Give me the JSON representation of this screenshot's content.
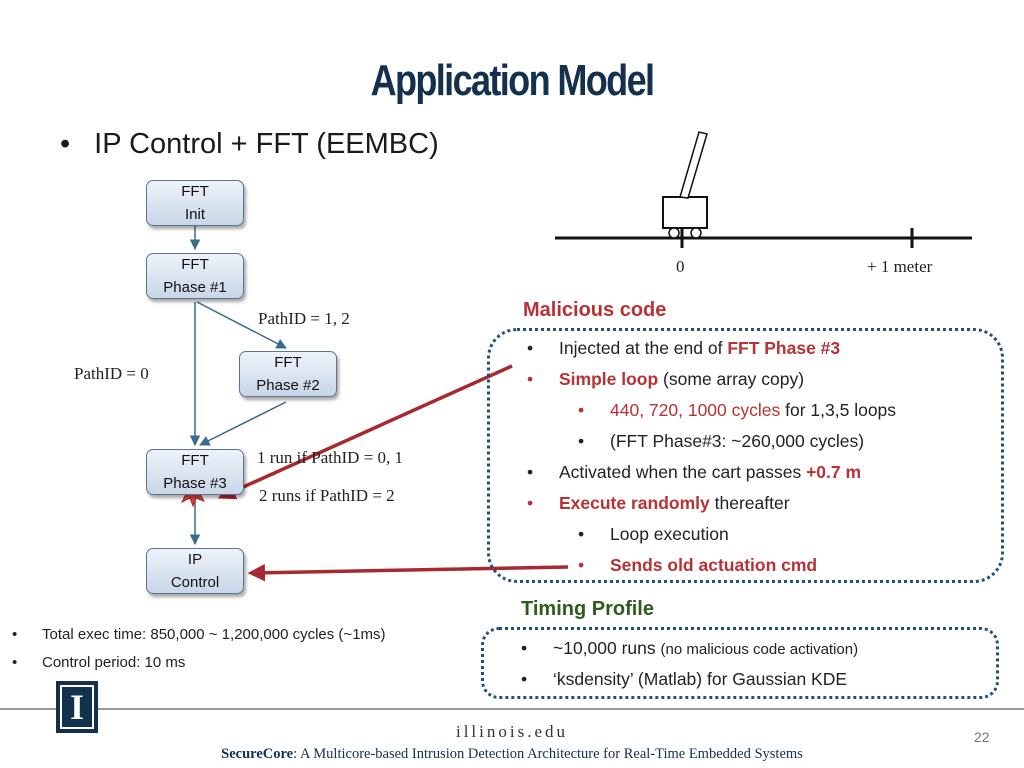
{
  "slide": {
    "title": "Application Model",
    "bullet": "IP Control + FFT (EEMBC)",
    "bullet_glyph": "•"
  },
  "flow": {
    "nodes": [
      {
        "line1": "FFT",
        "line2": "Init"
      },
      {
        "line1": "FFT",
        "line2": "Phase #1"
      },
      {
        "line1": "FFT",
        "line2": "Phase #2"
      },
      {
        "line1": "FFT",
        "line2": "Phase #3"
      },
      {
        "line1": "IP",
        "line2": "Control"
      }
    ],
    "labels": {
      "path12": "PathID = 1, 2",
      "path0": "PathID = 0",
      "run1": "1 run if PathID = 0, 1",
      "run2": "2 runs if PathID = 2"
    }
  },
  "cart": {
    "zero_label": "0",
    "meter_label": "+ 1 meter"
  },
  "malicious": {
    "title": "Malicious code",
    "items": {
      "i1_pre": "Injected at the end of ",
      "i1_hl": "FFT Phase #3",
      "i2_hl": "Simple loop",
      "i2_post": " (some array copy)",
      "i3_hl": "440, 720, 1000 cycles",
      "i3_post": " for 1,3,5 loops",
      "i4": "(FFT Phase#3: ~260,000 cycles)",
      "i5_pre": "Activated when the cart passes ",
      "i5_hl": "+0.7 m",
      "i6_hl": "Execute randomly",
      "i6_post": " thereafter",
      "i7": "Loop execution",
      "i8_hl": "Sends old actuation cmd"
    }
  },
  "timing": {
    "title": "Timing Profile",
    "t1_main": "~10,000 runs ",
    "t1_small": "(no malicious code activation)",
    "t2": "‘ksdensity’ (Matlab) for Gaussian KDE"
  },
  "notes": {
    "n1": "Total exec time: 850,000 ~ 1,200,000 cycles (~1ms)",
    "n2": "Control period: 10 ms"
  },
  "footer": {
    "logo_letter": "I",
    "website": "illinois.edu",
    "page": "22",
    "citation_bold": "SecureCore",
    "citation_rest": ": A Multicore-based Intrusion Detection Architecture for Real-Time Embedded Systems"
  },
  "colors": {
    "title": "#13304d",
    "highlight_red": "#b83235",
    "section_green": "#2e5c1a",
    "box_border": "#1d5378",
    "arrow_red": "#a82a30",
    "flow_arrow": "#3b6b8a"
  }
}
